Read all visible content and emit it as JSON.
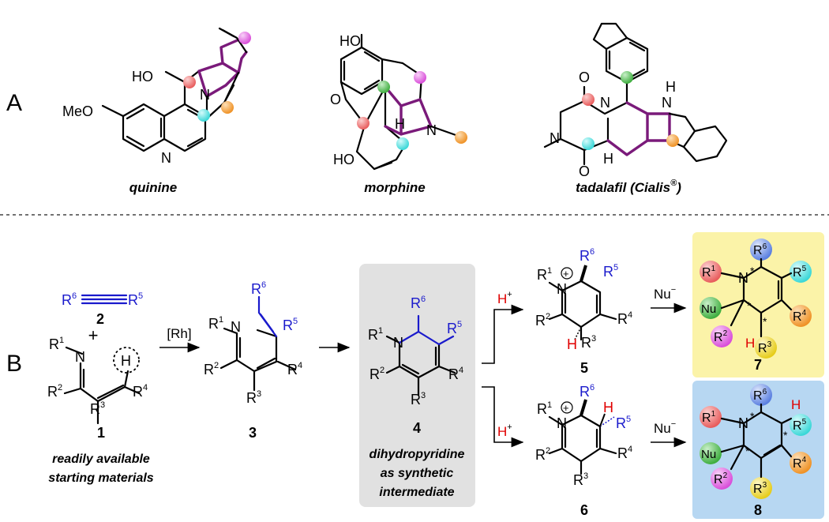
{
  "panels": {
    "a": "A",
    "b": "B"
  },
  "compounds": {
    "quinine": "quinine",
    "morphine": "morphine",
    "tadalafil": "tadalafil (Cialis",
    "tadalafil_sup": "®",
    "tadalafil_close": ")"
  },
  "quinine_atoms": {
    "meo": "MeO",
    "ho": "HO",
    "n1": "N",
    "n2": "N"
  },
  "morphine_atoms": {
    "ho_top": "HO",
    "o": "O",
    "h": "H",
    "n": "N",
    "ho_bottom": "HO"
  },
  "tadalafil_atoms": {
    "o1": "O",
    "o2": "O",
    "n1": "N",
    "n2": "N",
    "nh": "N",
    "h_top": "H",
    "h_bottom": "H"
  },
  "scheme": {
    "label_1": "1",
    "label_2": "2",
    "label_3": "3",
    "label_4": "4",
    "label_5": "5",
    "label_6": "6",
    "label_7": "7",
    "label_8": "8",
    "plus": "+",
    "catalyst": "[Rh]",
    "proton": "H",
    "proton_sup": "+",
    "nucleophile": "Nu",
    "nucleophile_sup": "−",
    "caption_1_line1": "readily available",
    "caption_1_line2": "starting materials",
    "caption_4_line1": "dihydropyridine",
    "caption_4_line2": "as synthetic",
    "caption_4_line3": "intermediate"
  },
  "substituents": {
    "R1": "R",
    "R2": "R",
    "R3": "R",
    "R4": "R",
    "R5": "R",
    "R6": "R",
    "s1": "1",
    "s2": "2",
    "s3": "3",
    "s4": "4",
    "s5": "5",
    "s6": "6",
    "N": "N",
    "H": "H",
    "Nu": "Nu",
    "stereo": "*",
    "charge": "+"
  },
  "colors": {
    "red_ball": "#f07a7a",
    "green_ball": "#5fbf5f",
    "cyan_ball": "#5fe3e3",
    "orange_ball": "#f0a040",
    "magenta_ball": "#e070e0",
    "blue_ball": "#7d9bea",
    "yellow_ball": "#f2e24a",
    "purple_bond": "#7a1a7a",
    "blue_text": "#1a1acc",
    "red_text": "#e00000",
    "box_gray": "#e1e1e1",
    "box_yellow": "#fbf3a8",
    "box_blue": "#b7d7f2"
  }
}
